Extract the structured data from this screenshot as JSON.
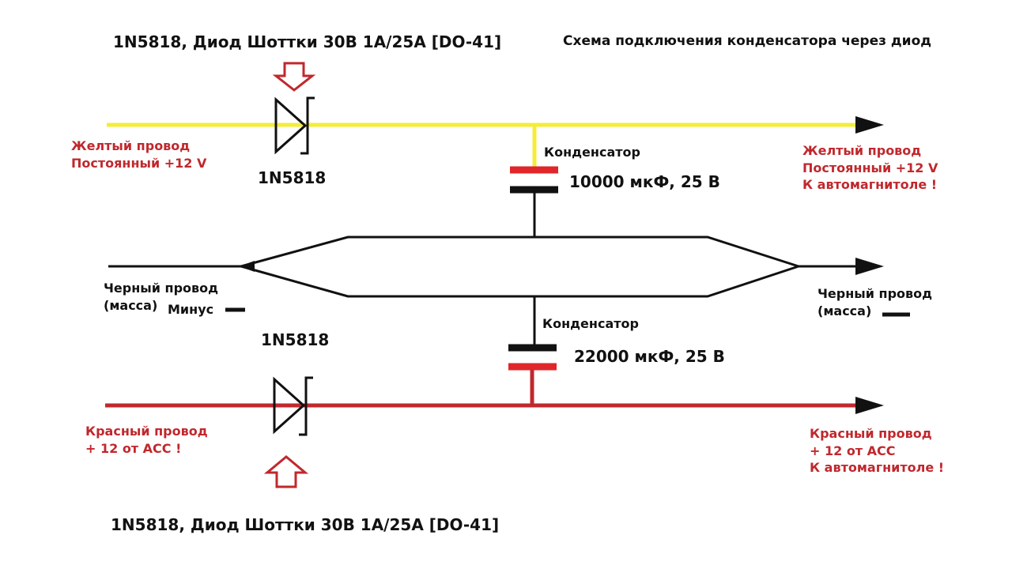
{
  "diode_top_title": "1N5818, Диод Шоттки 30В 1А/25А [DO-41]",
  "diode_bottom_title": "1N5818, Диод Шоттки 30В 1А/25А [DO-41]",
  "scheme_title": "Схема подключения конденсатора через диод",
  "diode_top_label": "1N5818",
  "diode_bottom_label": "1N5818",
  "capacitor_top": {
    "label": "Конденсатор",
    "value": "10000 мкФ, 25 В"
  },
  "capacitor_bottom": {
    "label": "Конденсатор",
    "value": "22000 мкФ, 25 В"
  },
  "yellow_left": [
    "Желтый провод",
    "Постоянный +12 V"
  ],
  "yellow_right": [
    "Желтый провод",
    "Постоянный +12 V",
    "К автомагнитоле !"
  ],
  "black_left": [
    "Черный провод",
    "(масса)"
  ],
  "black_left_minus": "Минус",
  "black_right": [
    "Черный провод",
    "(масса)"
  ],
  "red_left": [
    "Красный провод",
    "+ 12 от АСС !"
  ],
  "red_right": [
    "Красный провод",
    "+ 12 от АСС",
    "К автомагнитоле !"
  ],
  "colors": {
    "yellow_wire": "#f5ec3a",
    "red_wire": "#c0282d",
    "black_wire": "#111111",
    "red_text": "#c0282d",
    "text": "#111111"
  }
}
